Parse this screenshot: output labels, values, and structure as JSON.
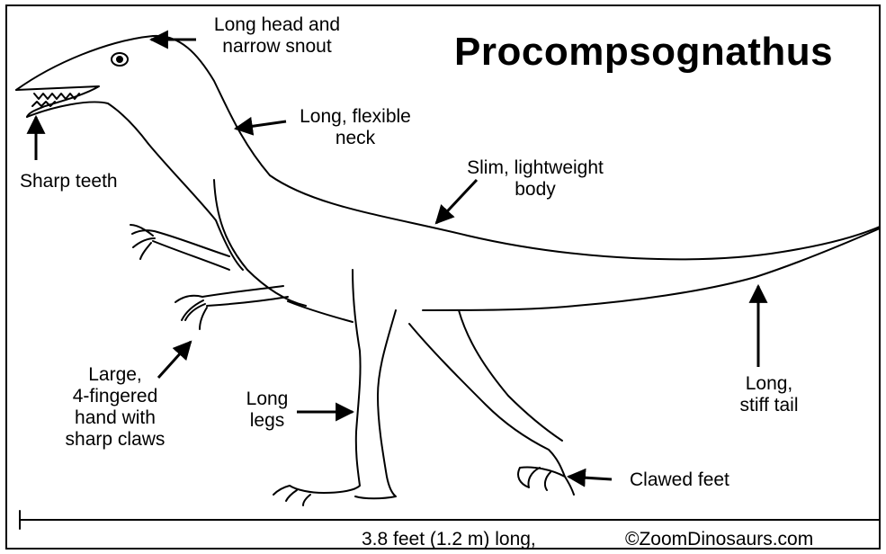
{
  "title": "Procompsognathus",
  "labels": {
    "head": "Long head and\nnarrow snout",
    "neck": "Long, flexible\nneck",
    "body": "Slim, lightweight\nbody",
    "teeth": "Sharp teeth",
    "hand": "Large,\n4-fingered\nhand with\nsharp claws",
    "legs": "Long\nlegs",
    "tail": "Long,\nstiff tail",
    "feet": "Clawed feet"
  },
  "length": "3.8 feet (1.2 m) long,",
  "copyright": "©ZoomDinosaurs.com"
}
